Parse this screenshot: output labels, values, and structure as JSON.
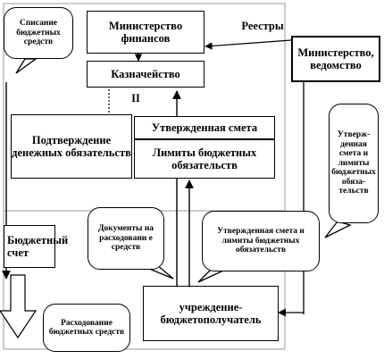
{
  "nodes": {
    "ministry_finance": "Министерство финансов",
    "treasury": "Казначейство",
    "ministry_agency": "Министерство, ведомство",
    "confirm_obligations": "Подтверждение денежных обязательств",
    "approved_estimate": "Утвержденная смета",
    "budget_limits": "Лимиты бюджетных обязательств",
    "budget_account": "Бюджетный счет",
    "recipient": "учреждение-бюджетополучатель"
  },
  "labels": {
    "registers": "Реестры",
    "roman_two": "II"
  },
  "callouts": {
    "writeoff": "Списание бюджетных средств",
    "expense_docs": "Документы на расходовани е средств",
    "approved_estimate_limits": "Утвержденная смета и лимиты бюджетных обязательств",
    "approved_estimate_side": "Утверж- денная смета и лимиты бюджетных обяза- тельств",
    "spending": "Расходование бюджетных средств"
  }
}
